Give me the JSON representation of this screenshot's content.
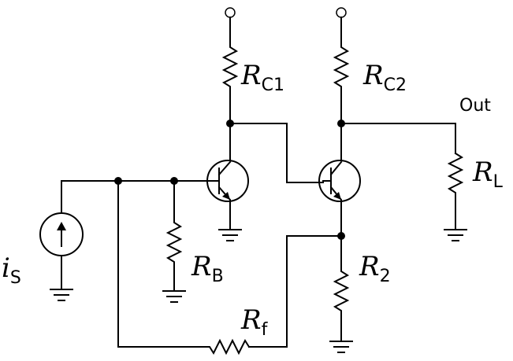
{
  "labels": {
    "rc1": {
      "main": "R",
      "sub": "C1"
    },
    "rc2": {
      "main": "R",
      "sub": "C2"
    },
    "out": "Out",
    "rl": {
      "main": "R",
      "sub": "L"
    },
    "rb": {
      "main": "R",
      "sub": "B"
    },
    "r2": {
      "main": "R",
      "sub": "2"
    },
    "rf": {
      "main": "R",
      "sub": "f"
    },
    "is": {
      "main": "i",
      "sub": "S"
    }
  }
}
